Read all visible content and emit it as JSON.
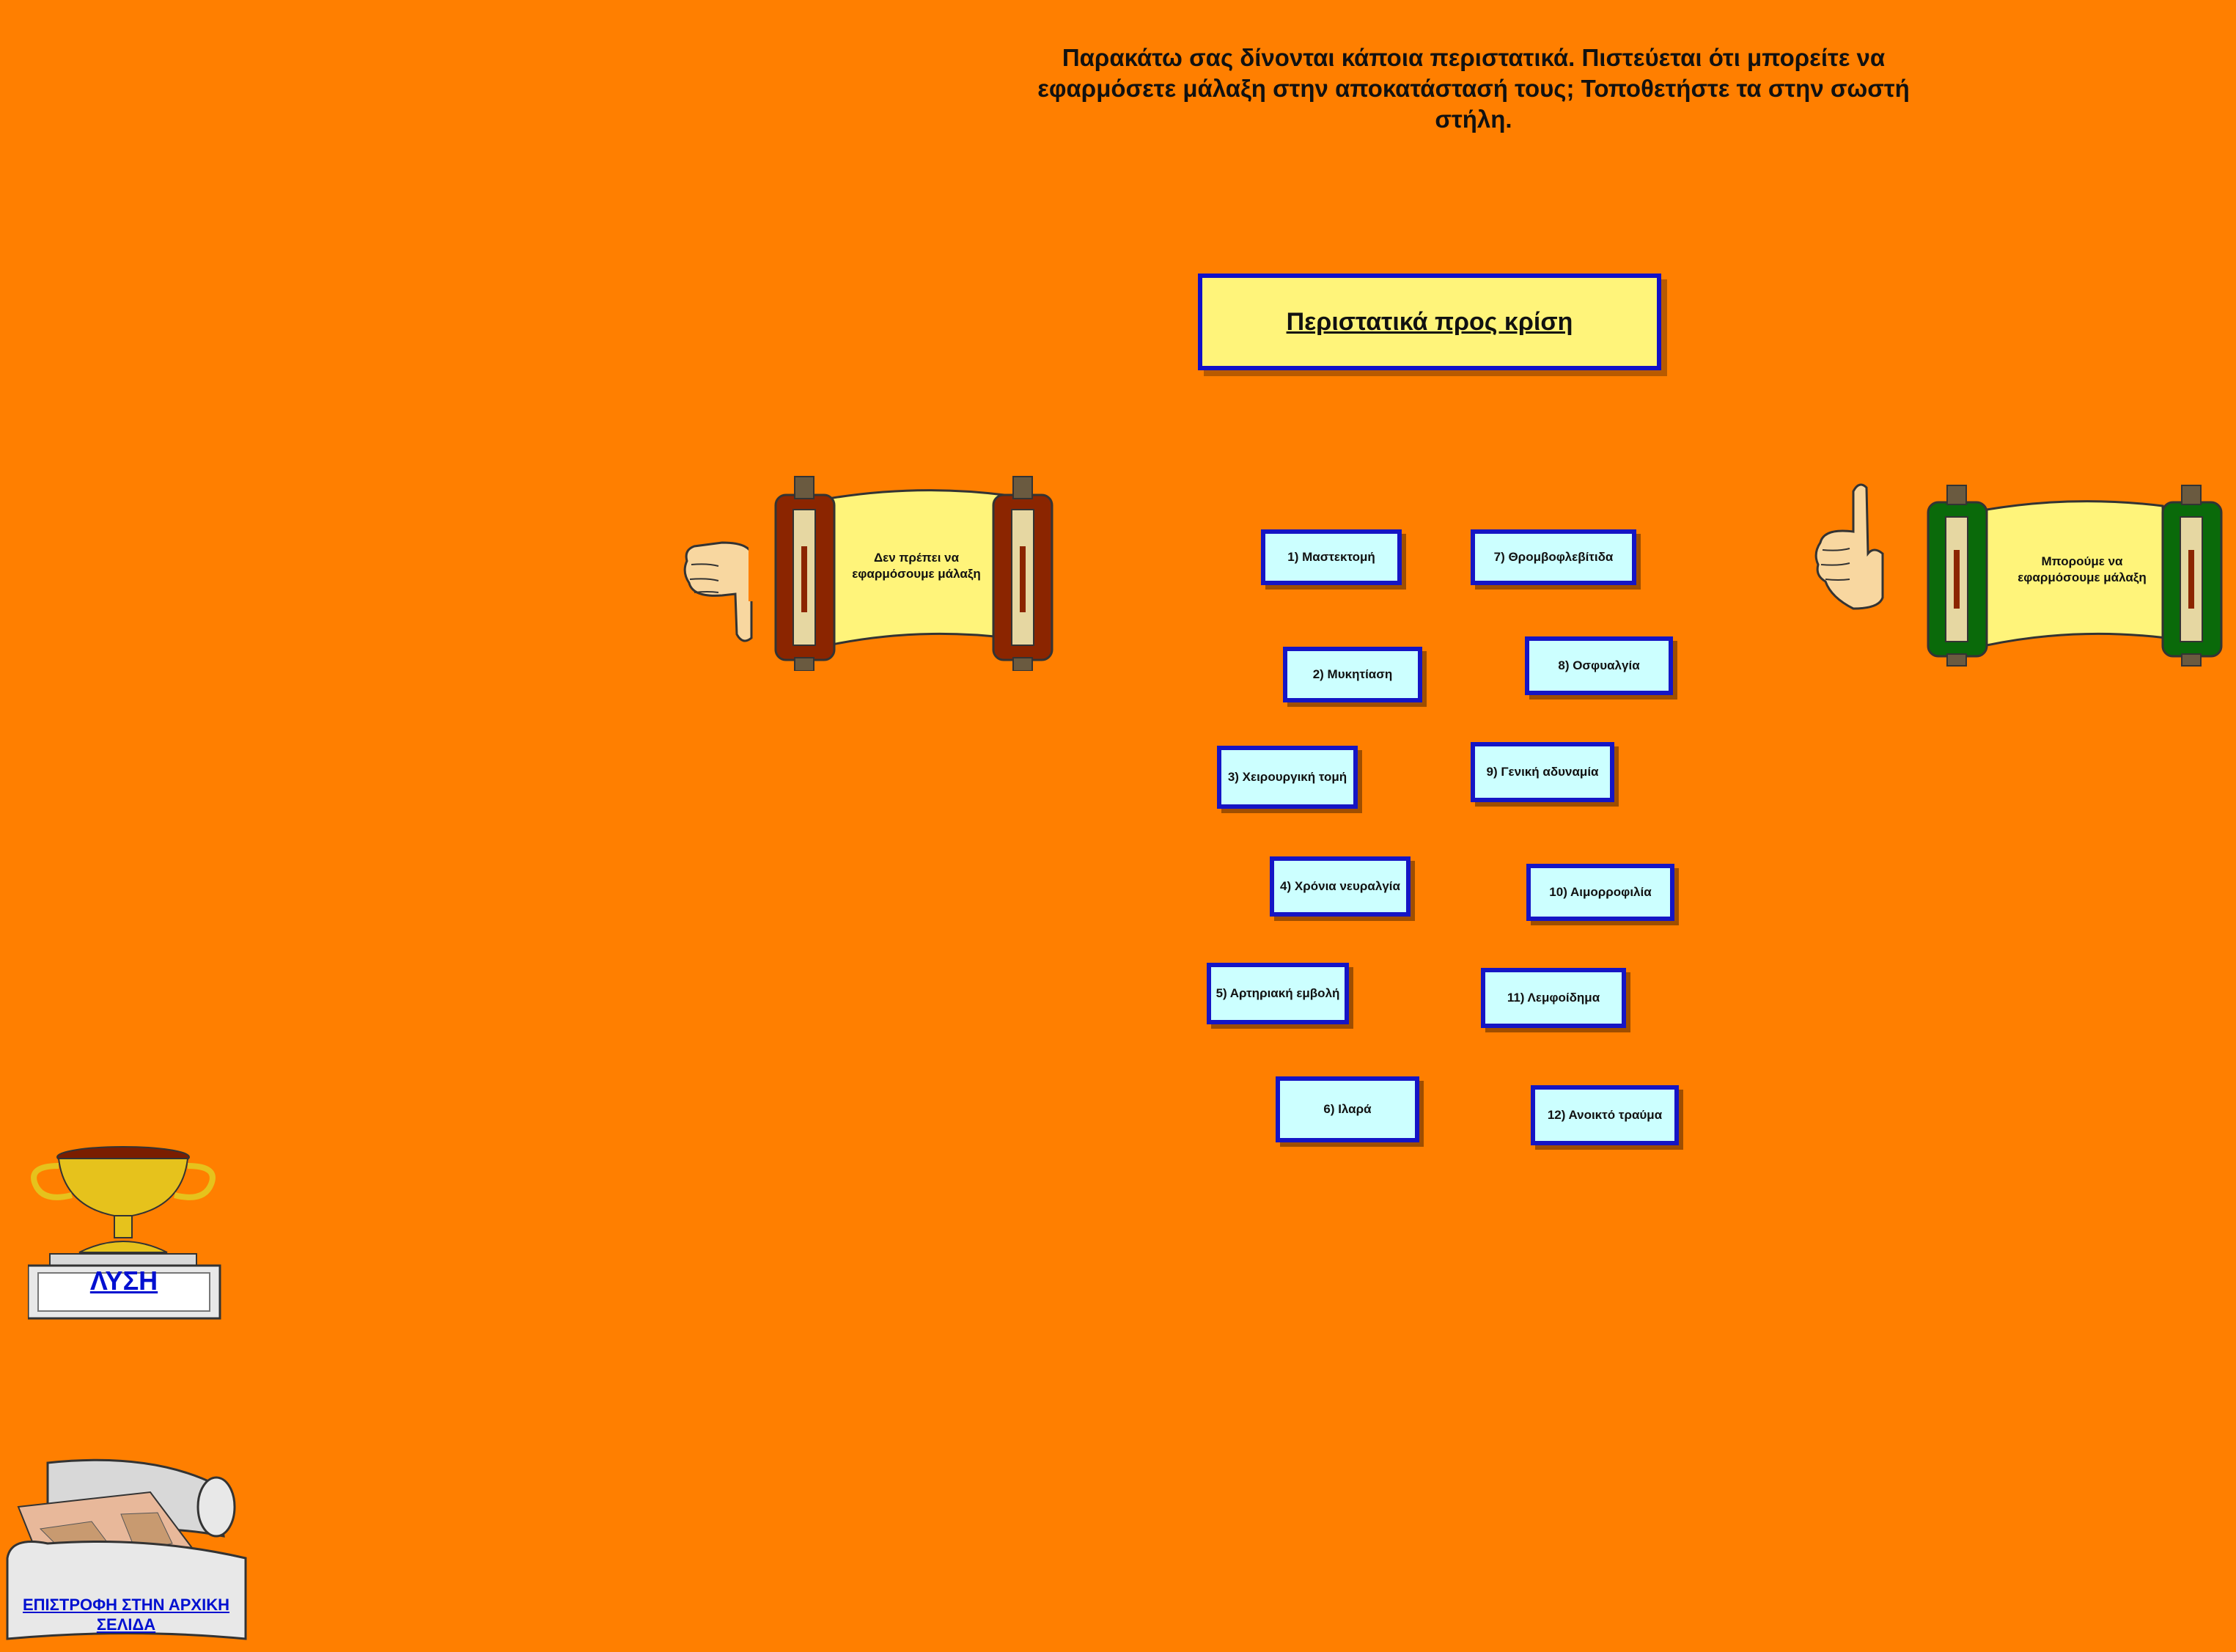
{
  "instructions": "Παρακάτω σας δίνονται κάποια περιστατικά. Πιστεύεται ότι μπορείτε να εφαρμόσετε μάλαξη στην αποκατάστασή τους; Τοποθετήστε τα στην σωστή στήλη.",
  "cases_title": "Περιστατικά προς κρίση",
  "column_no": {
    "line1": "Δεν πρέπει να",
    "line2": "εφαρμόσουμε μάλαξη",
    "color": "#8B2500"
  },
  "column_yes": {
    "line1": "Μπορούμε να",
    "line2": "εφαρμόσουμε μάλαξη",
    "color": "#0A6A0A"
  },
  "cases": [
    "1) Μαστεκτομή",
    "2) Μυκητίαση",
    "3) Χειρουργική τομή",
    "4) Χρόνια νευραλγία",
    "5) Αρτηριακή εμβολή",
    "6) Ιλαρά",
    "7) Θρομβοφλεβίτιδα",
    "8) Οσφυαλγία",
    "9) Γενική αδυναμία",
    "10) Αιμορροφιλία",
    "11) Λεμφοίδημα",
    "12) Ανοικτό τραύμα"
  ],
  "solution_label": "ΛΥΣΗ",
  "home_label": {
    "line1": "ΕΠΙΣΤΡΟΦΗ ΣΤΗΝ ΑΡΧΙΚΗ",
    "line2": "ΣΕΛΙΔΑ"
  },
  "colors": {
    "background": "#FF7F00",
    "card": "#CCFFFF",
    "border": "#1515C5",
    "title_box": "#FFF47A"
  }
}
